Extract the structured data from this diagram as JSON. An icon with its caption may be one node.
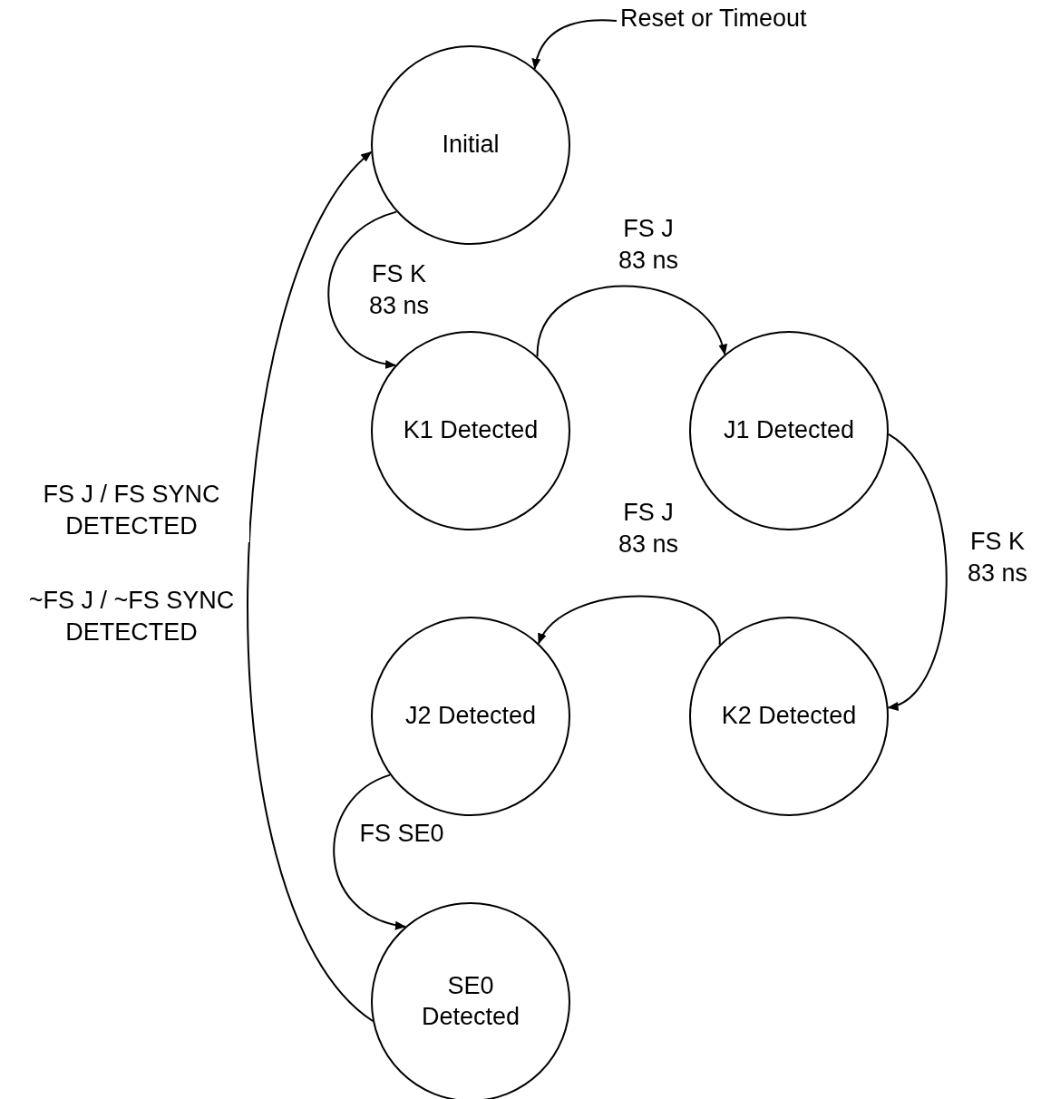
{
  "diagram": {
    "nodes": [
      {
        "text": [
          "Initial"
        ]
      },
      {
        "text": [
          "K1 Detected"
        ]
      },
      {
        "text": [
          "J1 Detected"
        ]
      },
      {
        "text": [
          "J2 Detected"
        ]
      },
      {
        "text": [
          "K2 Detected"
        ]
      },
      {
        "text": [
          "SE0 Detected"
        ]
      },
      {
        "text": [
          "Reset or Timeout"
        ]
      }
    ],
    "edges": [
      {
        "from": 0,
        "to": 1,
        "arrow": "to",
        "label": "FS K 83 ns"
      },
      {
        "from": 1,
        "to": 2,
        "arrow": "to",
        "label": "FS J 83 ns"
      },
      {
        "from": 2,
        "to": 4,
        "arrow": "to",
        "label": "FS K 83 ns"
      },
      {
        "from": 4,
        "to": 3,
        "arrow": "to",
        "label": "FS J 83 ns"
      },
      {
        "from": 3,
        "to": 5,
        "arrow": "to",
        "label": "FS SE0"
      },
      {
        "from": 5,
        "to": 0,
        "arrow": "to",
        "label": "FS J / FS SYNC DETECTED"
      },
      {
        "from": 6,
        "to": 0,
        "arrow": "to"
      }
    ],
    "labels": [
      "~FS J / ~FS SYNC DETECTED"
    ]
  }
}
